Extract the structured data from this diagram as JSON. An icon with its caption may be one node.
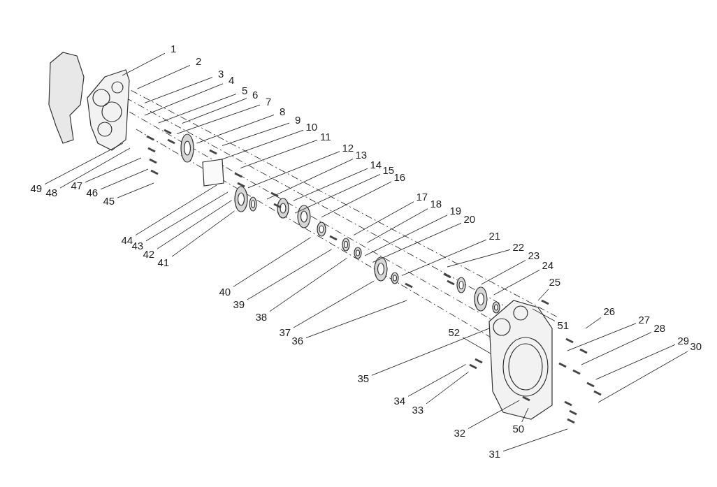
{
  "diagram": {
    "nodes": [
      {
        "text": [
          "1"
        ]
      },
      {
        "text": [
          "2"
        ]
      },
      {
        "text": [
          "3"
        ]
      },
      {
        "text": [
          "4"
        ]
      },
      {
        "text": [
          "5"
        ]
      },
      {
        "text": [
          "6"
        ]
      },
      {
        "text": [
          "7"
        ]
      },
      {
        "text": [
          "8"
        ]
      },
      {
        "text": [
          "9"
        ]
      },
      {
        "text": [
          "10"
        ]
      },
      {
        "text": [
          "11"
        ]
      },
      {
        "text": [
          "12"
        ]
      },
      {
        "text": [
          "13"
        ]
      },
      {
        "text": [
          "14"
        ]
      },
      {
        "text": [
          "15"
        ]
      },
      {
        "text": [
          "16"
        ]
      },
      {
        "text": [
          "17"
        ]
      },
      {
        "text": [
          "18"
        ]
      },
      {
        "text": [
          "19"
        ]
      },
      {
        "text": [
          "20"
        ]
      },
      {
        "text": [
          "21"
        ]
      },
      {
        "text": [
          "22"
        ]
      },
      {
        "text": [
          "23"
        ]
      },
      {
        "text": [
          "24"
        ]
      },
      {
        "text": [
          "25"
        ]
      },
      {
        "text": [
          "26"
        ]
      },
      {
        "text": [
          "27"
        ]
      },
      {
        "text": [
          "28"
        ]
      },
      {
        "text": [
          "29"
        ]
      },
      {
        "text": [
          "30"
        ]
      },
      {
        "text": [
          "31"
        ]
      },
      {
        "text": [
          "32"
        ]
      },
      {
        "text": [
          "33"
        ]
      },
      {
        "text": [
          "34"
        ]
      },
      {
        "text": [
          "35"
        ]
      },
      {
        "text": [
          "36"
        ]
      },
      {
        "text": [
          "37"
        ]
      },
      {
        "text": [
          "38"
        ]
      },
      {
        "text": [
          "39"
        ]
      },
      {
        "text": [
          "40"
        ]
      },
      {
        "text": [
          "41"
        ]
      },
      {
        "text": [
          "42"
        ]
      },
      {
        "text": [
          "43"
        ]
      },
      {
        "text": [
          "44"
        ]
      },
      {
        "text": [
          "45"
        ]
      },
      {
        "text": [
          "46"
        ]
      },
      {
        "text": [
          "47"
        ]
      },
      {
        "text": [
          "48"
        ]
      },
      {
        "text": [
          "49"
        ]
      },
      {
        "text": [
          "50"
        ]
      },
      {
        "text": [
          "51"
        ]
      },
      {
        "text": [
          "52"
        ]
      }
    ],
    "edges": [
      {
        "from": 0,
        "to": null,
        "arrow": "none"
      },
      {
        "from": 1,
        "to": null,
        "arrow": "none"
      },
      {
        "from": 2,
        "to": null,
        "arrow": "none"
      },
      {
        "from": 3,
        "to": null,
        "arrow": "none"
      },
      {
        "from": 4,
        "to": null,
        "arrow": "none"
      },
      {
        "from": 5,
        "to": null,
        "arrow": "none"
      },
      {
        "from": 6,
        "to": null,
        "arrow": "none"
      },
      {
        "from": 7,
        "to": null,
        "arrow": "none"
      },
      {
        "from": 8,
        "to": null,
        "arrow": "none"
      },
      {
        "from": 9,
        "to": null,
        "arrow": "none"
      },
      {
        "from": 10,
        "to": null,
        "arrow": "none"
      },
      {
        "from": 11,
        "to": null,
        "arrow": "none"
      },
      {
        "from": 12,
        "to": null,
        "arrow": "none"
      },
      {
        "from": 13,
        "to": null,
        "arrow": "none"
      },
      {
        "from": 14,
        "to": null,
        "arrow": "none"
      },
      {
        "from": 15,
        "to": null,
        "arrow": "none"
      },
      {
        "from": 16,
        "to": null,
        "arrow": "none"
      },
      {
        "from": 17,
        "to": null,
        "arrow": "none"
      },
      {
        "from": 18,
        "to": null,
        "arrow": "none"
      },
      {
        "from": 19,
        "to": null,
        "arrow": "none"
      },
      {
        "from": 20,
        "to": null,
        "arrow": "none"
      },
      {
        "from": 21,
        "to": null,
        "arrow": "none"
      },
      {
        "from": 22,
        "to": null,
        "arrow": "none"
      },
      {
        "from": 23,
        "to": null,
        "arrow": "none"
      },
      {
        "from": 24,
        "to": null,
        "arrow": "none"
      },
      {
        "from": 25,
        "to": null,
        "arrow": "none"
      },
      {
        "from": 26,
        "to": null,
        "arrow": "none"
      },
      {
        "from": 27,
        "to": null,
        "arrow": "none"
      },
      {
        "from": 28,
        "to": null,
        "arrow": "none"
      },
      {
        "from": 29,
        "to": null,
        "arrow": "none"
      },
      {
        "from": 30,
        "to": null,
        "arrow": "none"
      },
      {
        "from": 31,
        "to": null,
        "arrow": "none"
      },
      {
        "from": 32,
        "to": null,
        "arrow": "none"
      },
      {
        "from": 33,
        "to": null,
        "arrow": "none"
      },
      {
        "from": 34,
        "to": null,
        "arrow": "none"
      },
      {
        "from": 35,
        "to": null,
        "arrow": "none"
      },
      {
        "from": 36,
        "to": null,
        "arrow": "none"
      },
      {
        "from": 37,
        "to": null,
        "arrow": "none"
      },
      {
        "from": 38,
        "to": null,
        "arrow": "none"
      },
      {
        "from": 39,
        "to": null,
        "arrow": "none"
      },
      {
        "from": 40,
        "to": null,
        "arrow": "none"
      },
      {
        "from": 41,
        "to": null,
        "arrow": "none"
      },
      {
        "from": 42,
        "to": null,
        "arrow": "none"
      },
      {
        "from": 43,
        "to": null,
        "arrow": "none"
      },
      {
        "from": 44,
        "to": null,
        "arrow": "none"
      },
      {
        "from": 45,
        "to": null,
        "arrow": "none"
      },
      {
        "from": 46,
        "to": null,
        "arrow": "none"
      },
      {
        "from": 47,
        "to": null,
        "arrow": "none"
      },
      {
        "from": 48,
        "to": null,
        "arrow": "none"
      },
      {
        "from": 49,
        "to": null,
        "arrow": "none"
      },
      {
        "from": 50,
        "to": null,
        "arrow": "none"
      },
      {
        "from": 51,
        "to": null,
        "arrow": "none"
      }
    ]
  }
}
